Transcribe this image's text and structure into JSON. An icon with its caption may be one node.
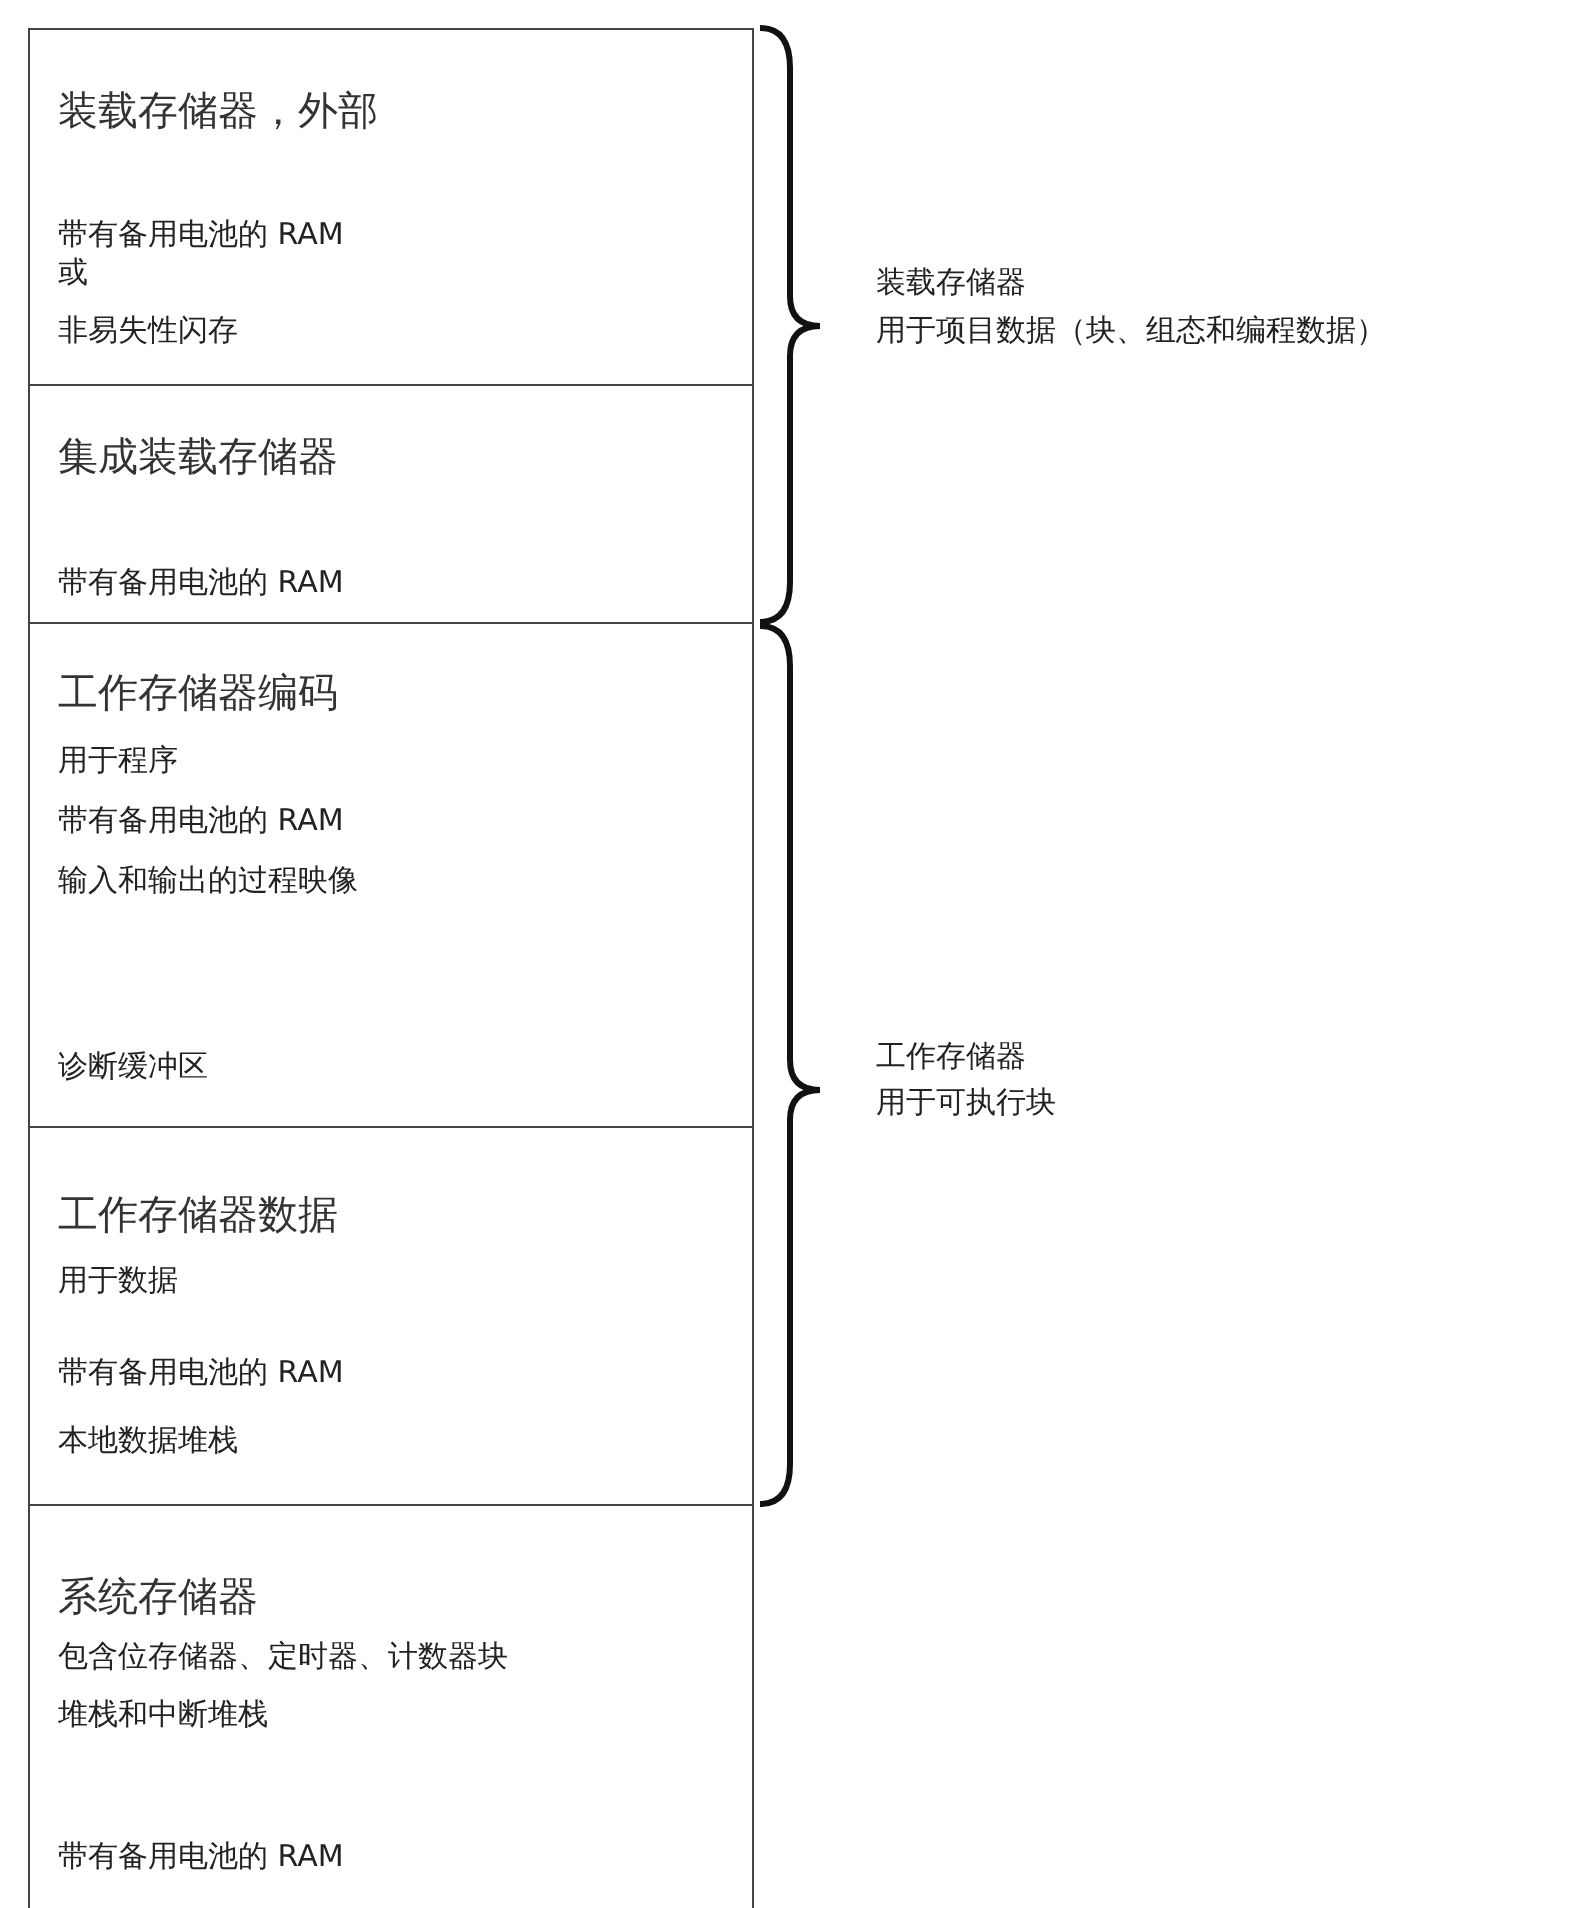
{
  "diagram": {
    "nodes": [
      {
        "text": [
          "装载存储器，外部",
          "带有备用电池的 RAM",
          "或",
          "非易失性闪存"
        ]
      },
      {
        "text": [
          "集成装载存储器",
          "带有备用电池的 RAM"
        ]
      },
      {
        "text": [
          "工作存储器编码",
          "用于程序",
          "带有备用电池的 RAM",
          "输入和输出的过程映像",
          "诊断缓冲区"
        ]
      },
      {
        "text": [
          "工作存储器数据",
          "用于数据",
          "带有备用电池的 RAM",
          "本地数据堆栈"
        ]
      },
      {
        "text": [
          "系统存储器",
          "包含位存储器、定时器、计数器块堆栈和中断堆栈",
          "带有备用电池的 RAM"
        ]
      }
    ],
    "labels": [
      "装载存储器",
      "用于项目数据（块、组态和编程数据）",
      "工作存储器",
      "用于可执行块"
    ]
  }
}
